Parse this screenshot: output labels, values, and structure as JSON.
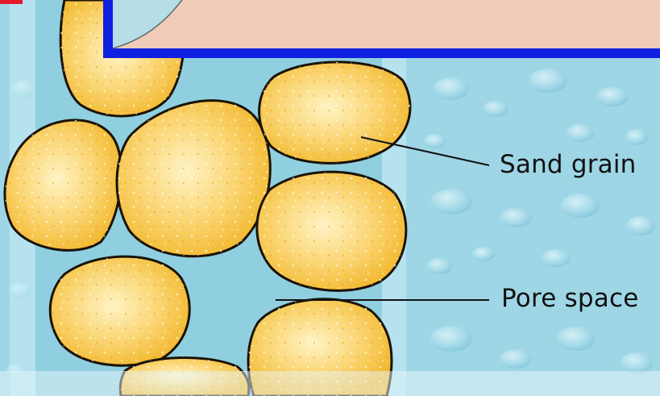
{
  "colors": {
    "background_water": "#9ed6e6",
    "pore_water": "#8fcfe0",
    "grain_fill": "#f6c548",
    "grain_highlight": "#fff3c4",
    "grain_outline": "#1a1206",
    "inset_fill": "#efcbb8",
    "inset_border": "#1020e0",
    "corner_accent": "#e5192a",
    "leader_line": "#111111"
  },
  "labels": {
    "sand_grain": "Sand grain",
    "pore_space": "Pore space"
  },
  "icons": [
    "water-droplet-texture"
  ]
}
